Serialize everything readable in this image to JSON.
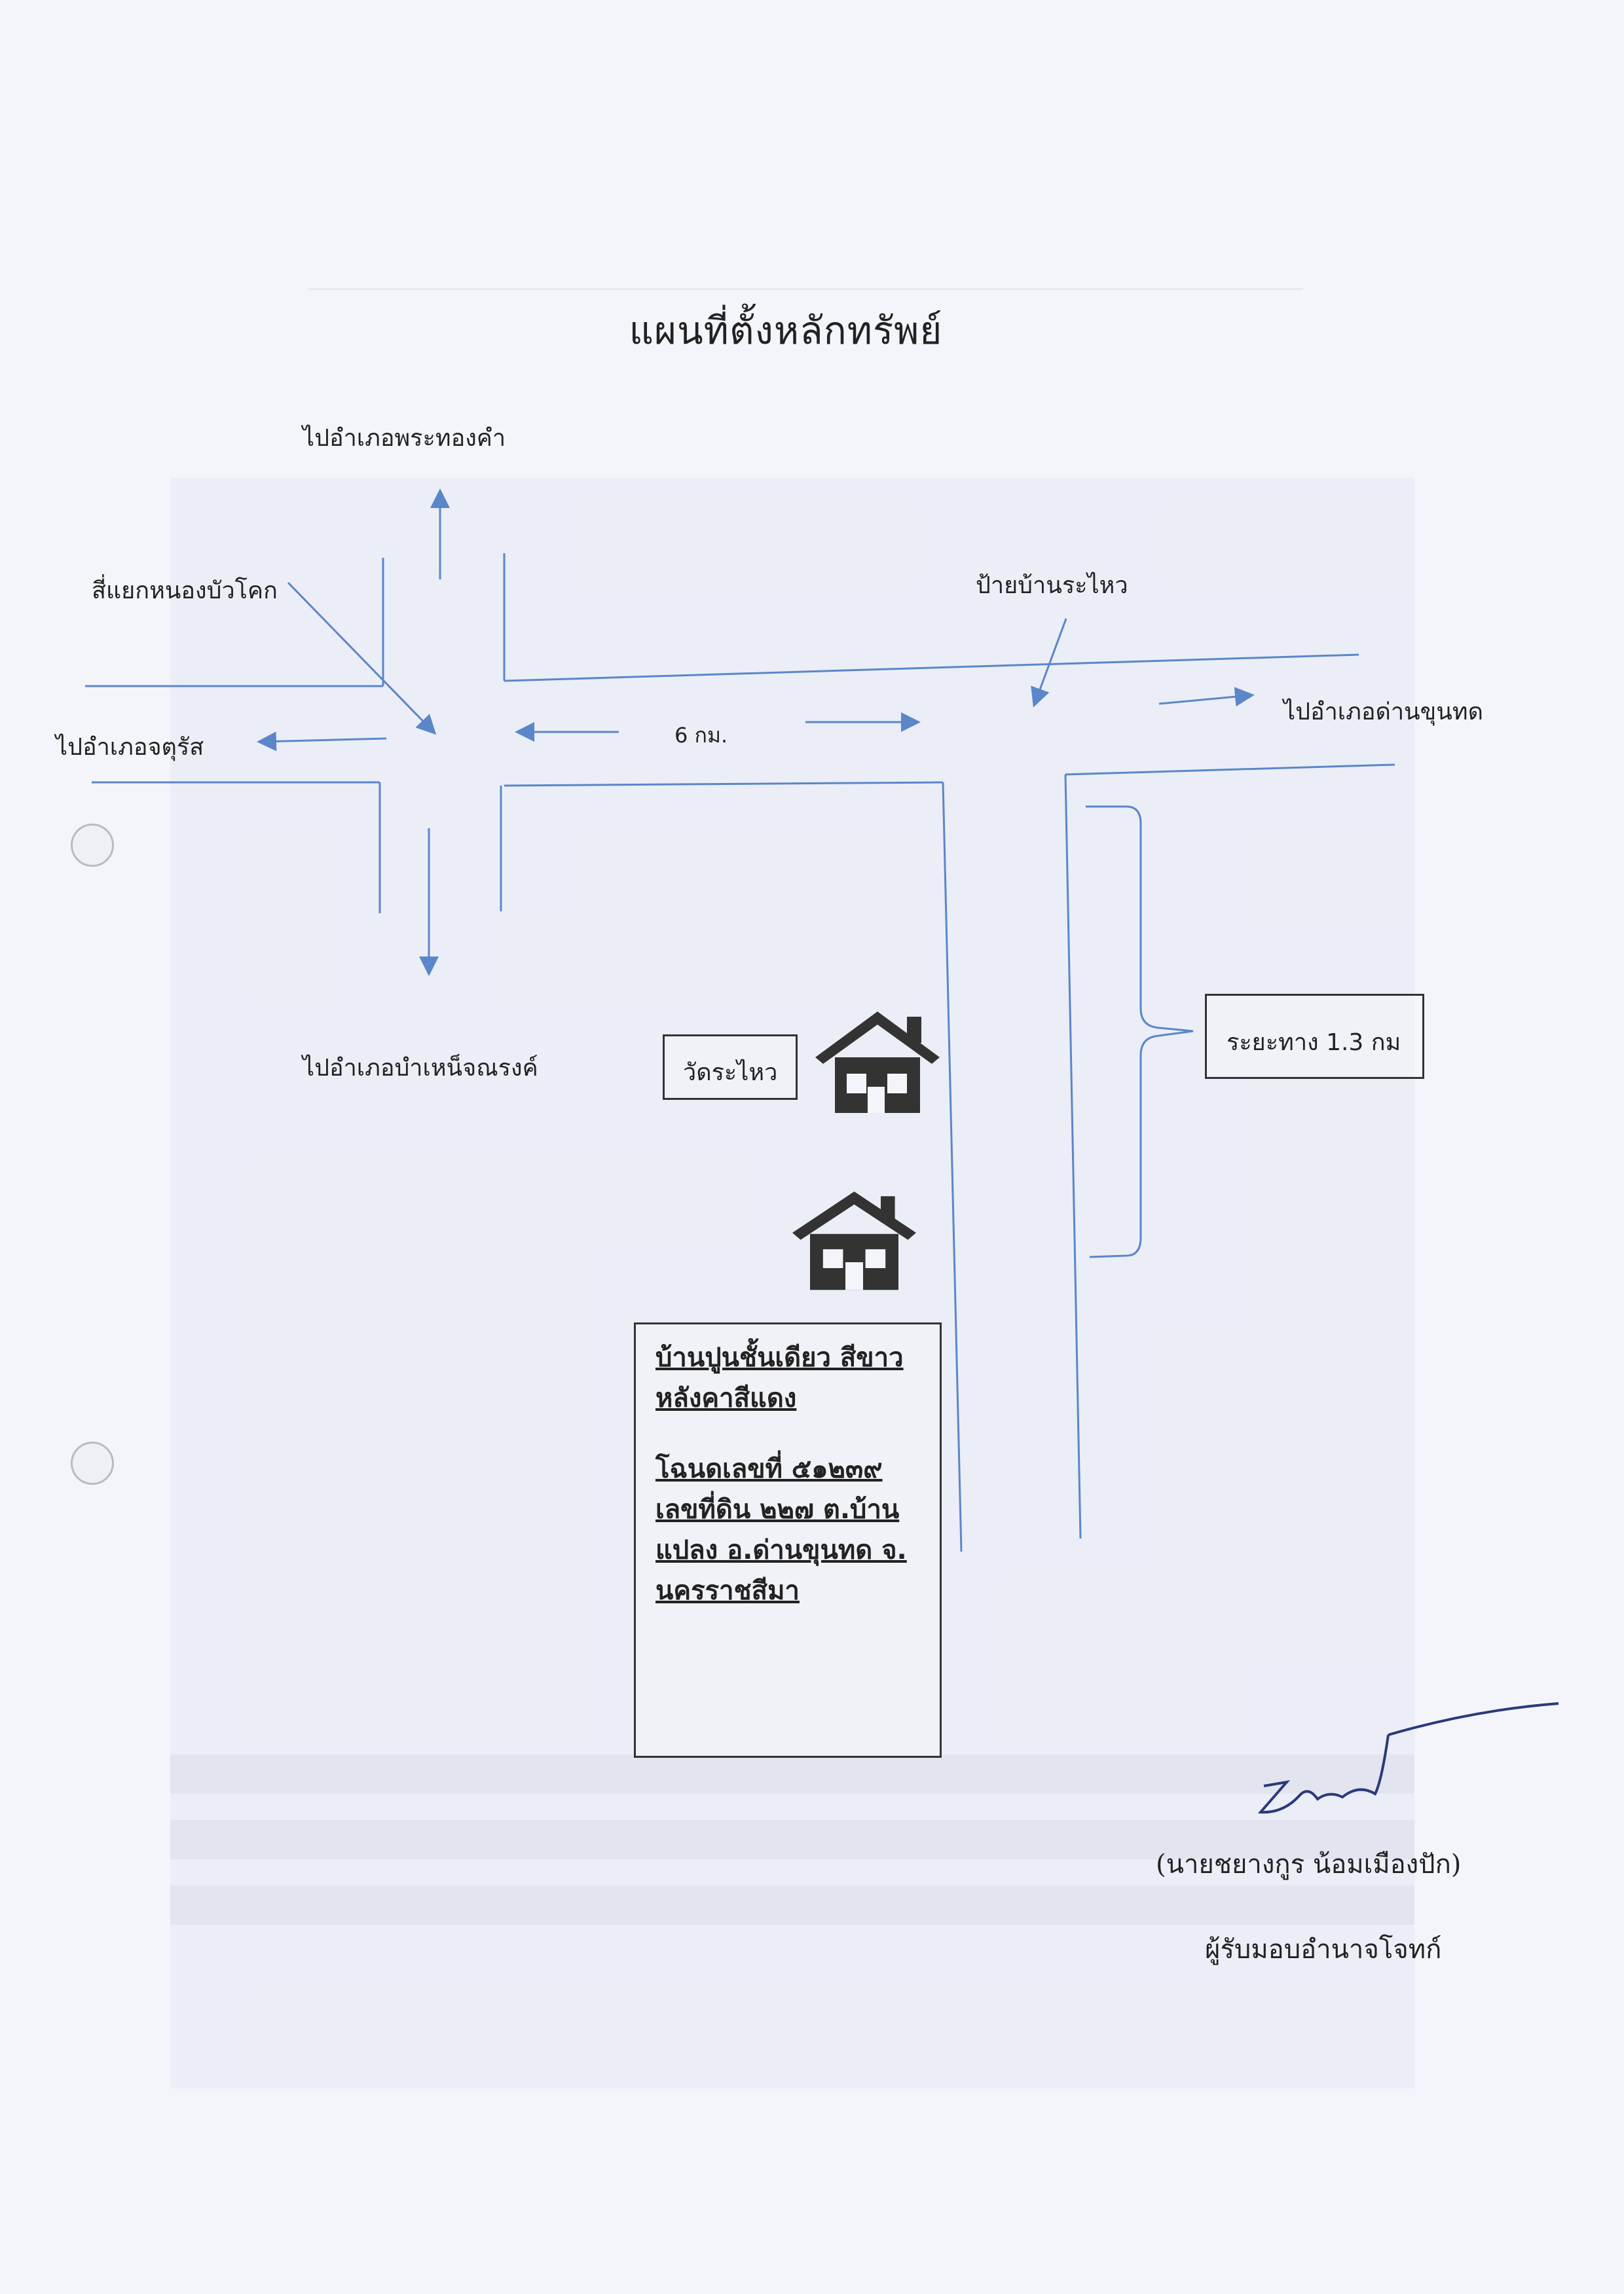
{
  "title": "แผนที่ตั้งหลักทรัพย์",
  "labels": {
    "to_phra_thong_kham": "ไปอำเภอพระทองคำ",
    "intersection": "สี่แยกหนองบัวโคก",
    "to_chakkarat": "ไปอำเภอจตุรัส",
    "to_bamnet_narong": "ไปอำเภอบำเหน็จณรงค์",
    "distance_6": "6 กม.",
    "bus_stop": "ป้ายบ้านระไหว",
    "to_dan_khun_thot": "ไปอำเภอด่านขุนทด",
    "distance_13": "ระยะทาง 1.3 กม",
    "temple": "วัดระไหว"
  },
  "property": {
    "line1": "บ้านปูนชั้นเดียว สีขาว",
    "line2": "หลังคาสีแดง",
    "line3": "โฉนดเลขที่ ๕๑๒๓๙",
    "line4": "เลขที่ดิน ๒๒๗ ต.บ้าน",
    "line5": "แปลง อ.ด่านขุนทด จ.",
    "line6": "นครราชสีมา"
  },
  "signature": {
    "name": "(นายชยางกูร น้อมเมืองปัก)",
    "role": "ผู้รับมอบอำนาจโจทก์"
  },
  "icons": [
    "house-icon",
    "house-icon"
  ],
  "colors": {
    "road": "#5b86c9",
    "text": "#222222"
  }
}
